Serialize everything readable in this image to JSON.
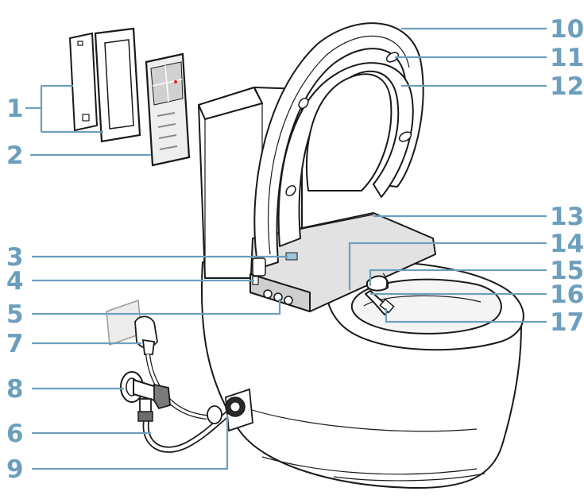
{
  "callouts": [
    {
      "id": "1",
      "label": "1"
    },
    {
      "id": "2",
      "label": "2"
    },
    {
      "id": "3",
      "label": "3"
    },
    {
      "id": "4",
      "label": "4"
    },
    {
      "id": "5",
      "label": "5"
    },
    {
      "id": "6",
      "label": "6"
    },
    {
      "id": "7",
      "label": "7"
    },
    {
      "id": "8",
      "label": "8"
    },
    {
      "id": "9",
      "label": "9"
    },
    {
      "id": "10",
      "label": "10"
    },
    {
      "id": "11",
      "label": "11"
    },
    {
      "id": "12",
      "label": "12"
    },
    {
      "id": "13",
      "label": "13"
    },
    {
      "id": "14",
      "label": "14"
    },
    {
      "id": "15",
      "label": "15"
    },
    {
      "id": "16",
      "label": "16"
    },
    {
      "id": "17",
      "label": "17"
    }
  ],
  "colors": {
    "callout": "#6c9fbd",
    "ink": "#1a1a1a",
    "panel_grey": "#d9d9d9",
    "dark_grey": "#7a7a7a",
    "accent_red": "#d8232a"
  }
}
